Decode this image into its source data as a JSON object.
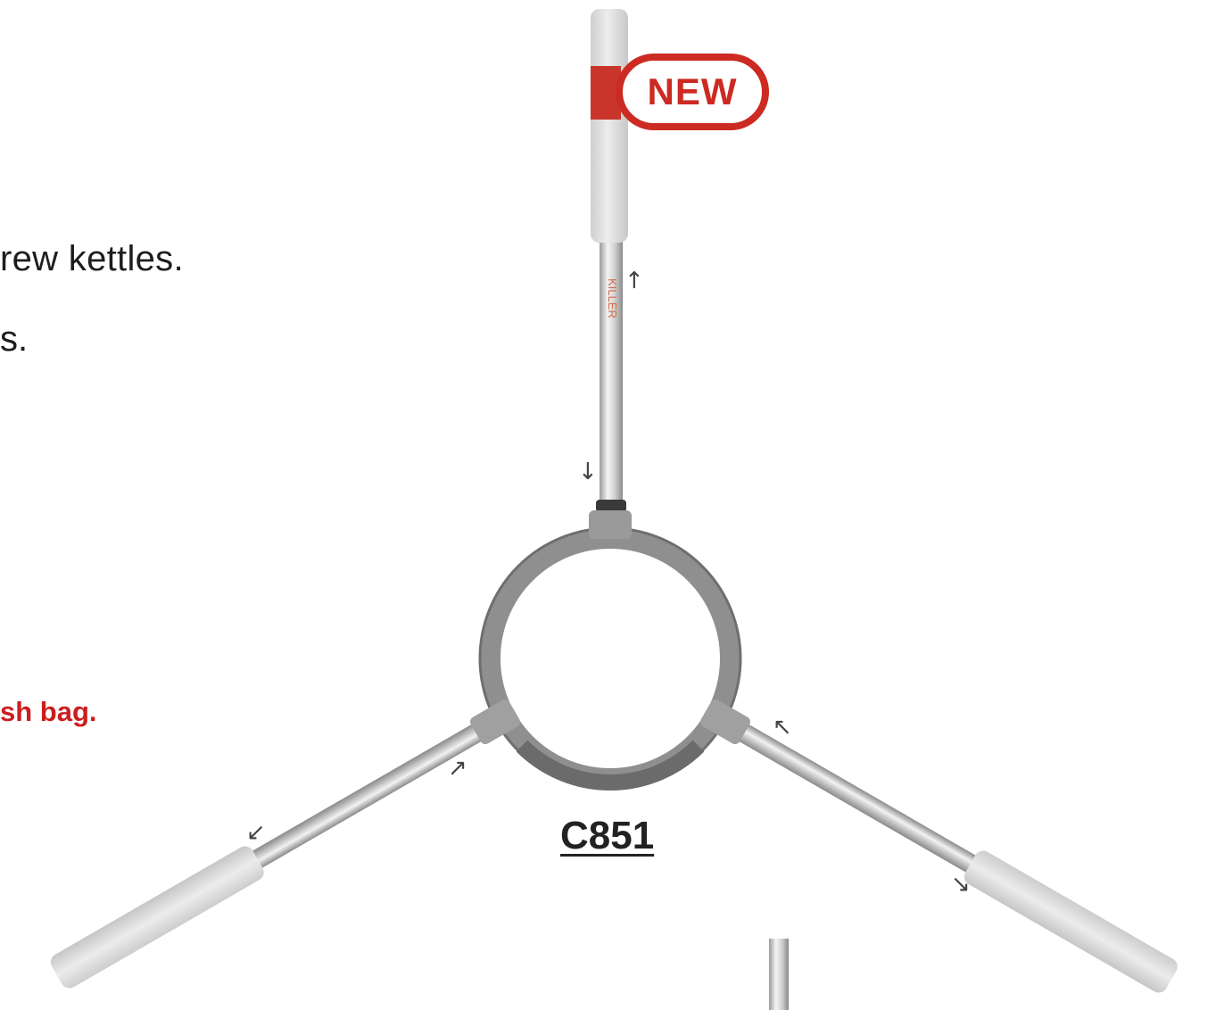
{
  "text": {
    "line1": "rew kettles.",
    "line2": "s.",
    "note": "sh bag.",
    "badge": "NEW",
    "model": "C851"
  },
  "arrows": {
    "up": "↑",
    "down": "↓",
    "left_upper": "↖",
    "left_lower": "↙",
    "right_upper": "↗",
    "right_lower": "↘"
  },
  "colors": {
    "accent_red": "#cc2a22",
    "note_red": "#cc1e1e",
    "metal_gray": "#8c8c8c",
    "handle_gray": "#dcdcdc"
  }
}
